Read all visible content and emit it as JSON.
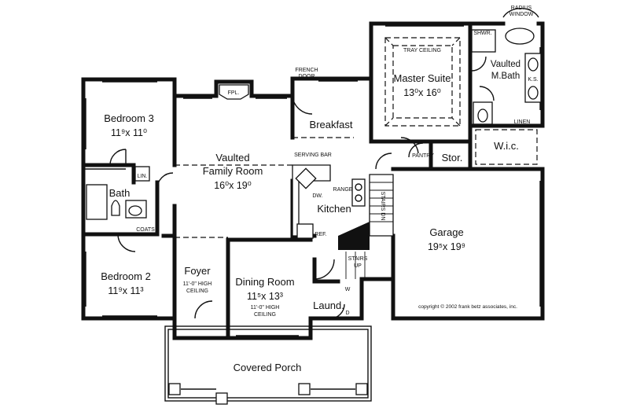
{
  "rooms": {
    "bedroom3": {
      "name": "Bedroom 3",
      "dim": "11⁹x 11⁰"
    },
    "bath": {
      "name": "Bath"
    },
    "bedroom2": {
      "name": "Bedroom 2",
      "dim": "11⁹x 11³"
    },
    "family": {
      "line1": "Vaulted",
      "line2": "Family Room",
      "dim": "16⁰x 19⁰"
    },
    "breakfast": {
      "name": "Breakfast"
    },
    "kitchen": {
      "name": "Kitchen"
    },
    "master": {
      "name": "Master Suite",
      "dim": "13⁰x 16⁰"
    },
    "mbath": {
      "line1": "Vaulted",
      "line2": "M.Bath"
    },
    "wic": {
      "name": "W.i.c."
    },
    "stor": {
      "name": "Stor."
    },
    "garage": {
      "name": "Garage",
      "dim": "19⁵x 19⁹"
    },
    "foyer": {
      "name": "Foyer",
      "note1": "11'-0\" HIGH",
      "note2": "CEILING"
    },
    "dining": {
      "name": "Dining Room",
      "dim": "11⁵x 13³",
      "note1": "11'-0\" HIGH",
      "note2": "CEILING"
    },
    "laund": {
      "name": "Laund."
    },
    "porch": {
      "name": "Covered Porch"
    }
  },
  "labels": {
    "fpl": "FPL.",
    "french_door_1": "FRENCH",
    "french_door_2": "DOOR",
    "radius_window_1": "RADIUS",
    "radius_window_2": "WINDOW",
    "tray_ceiling": "TRAY CEILING",
    "shwr": "SHWR.",
    "ks": "K.S.",
    "linen_master": "LINEN",
    "pantry": "PANTRY",
    "serving_bar": "SERVING BAR",
    "range": "RANGE",
    "dw": "DW.",
    "ref": "REF.",
    "lin": "LIN.",
    "coats": "COATS",
    "stairs_dn": "STAIRS DN",
    "stairs_up_1": "STAIRS",
    "stairs_up_2": "UP",
    "w": "W",
    "d": "D",
    "copyright": "copyright © 2002 frank betz associates, inc."
  }
}
